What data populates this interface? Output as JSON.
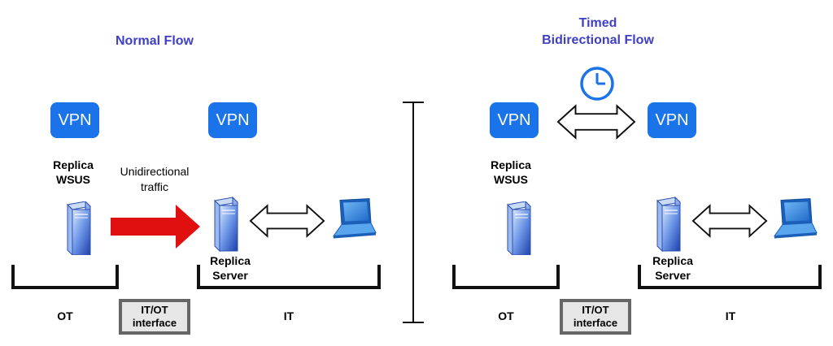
{
  "left": {
    "title": "Normal Flow",
    "vpn_left": "VPN",
    "vpn_right": "VPN",
    "replica_wsus": [
      "Replica",
      "WSUS"
    ],
    "traffic_note": [
      "Unidirectional",
      "traffic"
    ],
    "replica_server": [
      "Replica",
      "Server"
    ],
    "zone_ot": "OT",
    "zone_it": "IT",
    "interface": [
      "IT/OT",
      "interface"
    ]
  },
  "right": {
    "title": [
      "Timed",
      "Bidirectional Flow"
    ],
    "vpn_left": "VPN",
    "vpn_right": "VPN",
    "replica_wsus": [
      "Replica",
      "WSUS"
    ],
    "replica_server": [
      "Replica",
      "Server"
    ],
    "zone_ot": "OT",
    "zone_it": "IT",
    "interface": [
      "IT/OT",
      "interface"
    ]
  },
  "colors": {
    "title": "#3f3fc4",
    "vpn": "#1a73e8",
    "red_arrow": "#e01010",
    "server": "#2c55c9",
    "laptop": "#2a7fd9"
  },
  "icons": [
    "vpn-icon",
    "server-icon",
    "laptop-icon",
    "clock-icon",
    "double-arrow-icon",
    "right-arrow-icon"
  ]
}
